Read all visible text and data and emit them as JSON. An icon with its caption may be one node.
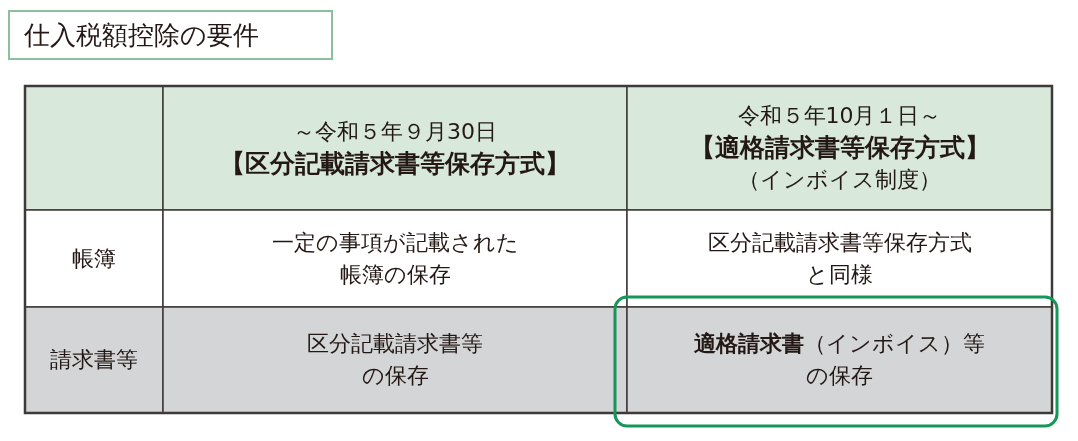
{
  "diagram": {
    "title": "仕入税額控除の要件",
    "labels": [
      "～令和５年９月30日",
      "【区分記載請求書等保存方式】",
      "令和５年10月１日～",
      "【適格請求書等保存方式】",
      "（インボイス制度）",
      "帳簿",
      "一定の事項が記載された帳簿の保存",
      "区分記載請求書等保存方式と同様",
      "請求書等",
      "区分記載請求書等の保存",
      "**適格請求書**（インボイス）等の保存"
    ]
  }
}
